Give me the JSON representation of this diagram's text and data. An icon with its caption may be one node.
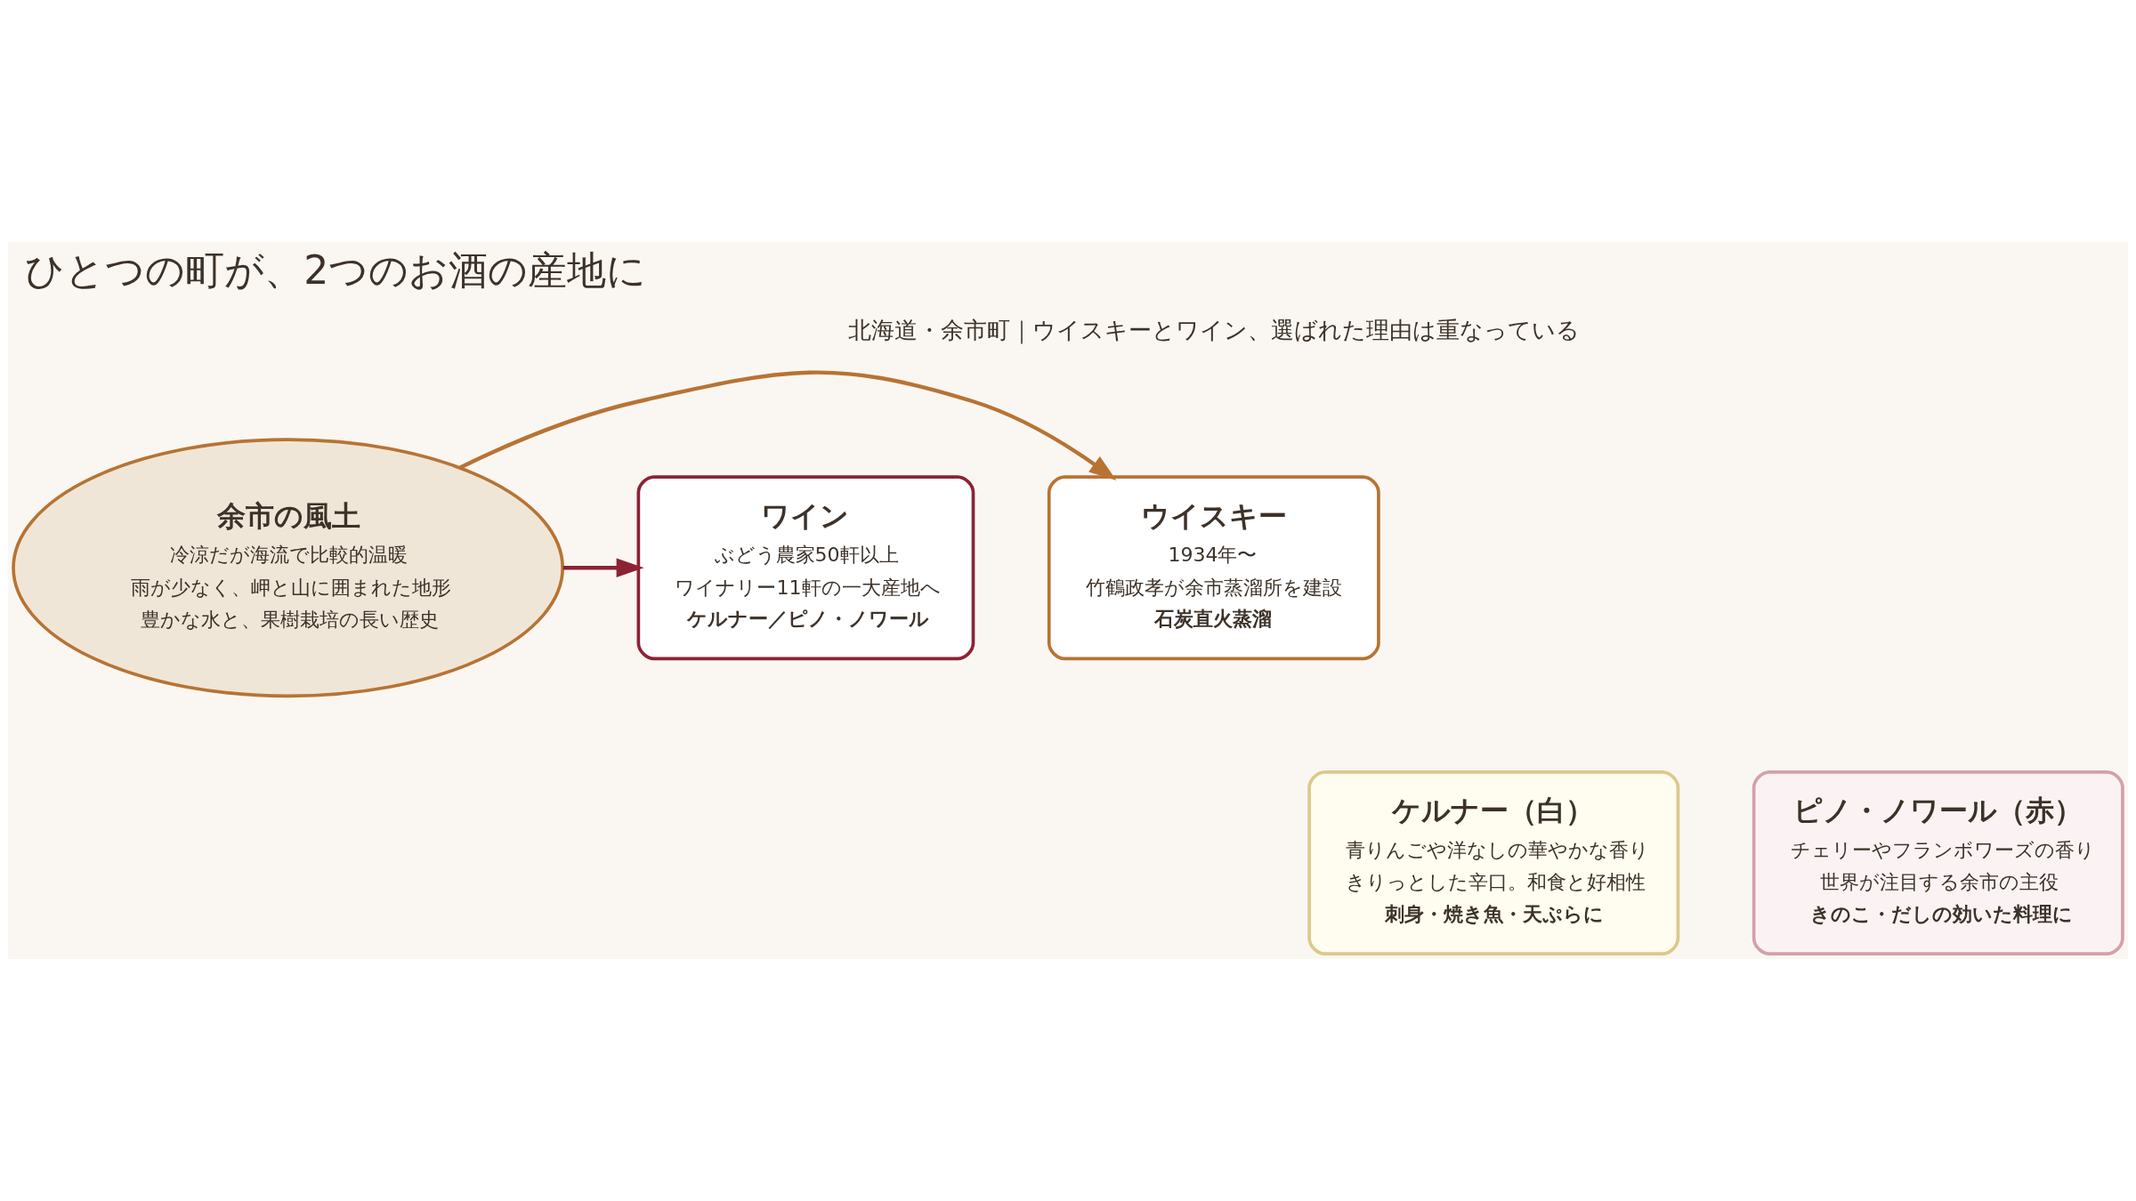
{
  "diagram": {
    "title": "ひとつの町が、2つのお酒の産地に",
    "nodes": [
      {
        "text": [
          "ウイスキー",
          "1934年〜",
          "竹鶴政孝が余市蒸溜所を建設",
          "石炭直火蒸溜"
        ]
      },
      {
        "text": [
          "余市の風土",
          "冷涼だが海流で比較的温暖",
          "雨が少なく、岬と山に囲まれた地形",
          "豊かな水と、果樹栽培の長い歴史"
        ]
      },
      {
        "text": [
          "ワイン",
          "ぶどう農家50軒以上",
          "ワイナリー11軒の一大産地へ",
          "ケルナー／ピノ・ノワール"
        ]
      },
      {
        "text": [
          "ケルナー（白）",
          "青りんごや洋なしの華やかな香り",
          "きりっとした辛口。和食と好相性",
          "刺身・焼き魚・天ぷらに"
        ]
      },
      {
        "text": [
          "ピノ・ノワール（赤）",
          "チェリーやフランボワーズの香り",
          "世界が注目する余市の主役",
          "きのこ・だしの効いた料理に"
        ]
      }
    ],
    "edges": [
      {
        "from": 1,
        "to": 0,
        "arrow": "to",
        "color": "#b87333"
      },
      {
        "from": 1,
        "to": 2,
        "arrow": "to",
        "color": "#8b2335"
      }
    ],
    "labels": [
      "北海道・余市町｜ウイスキーとワイン、選ばれた理由は重なっている"
    ]
  }
}
